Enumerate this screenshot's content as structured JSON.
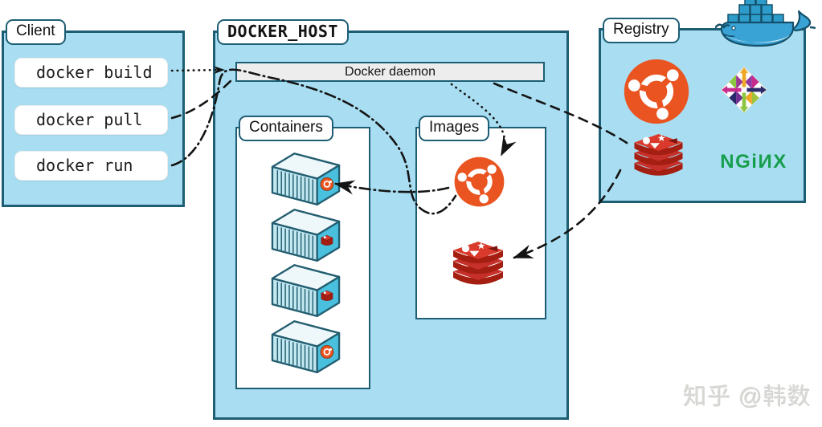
{
  "page": {
    "background": "#ffffff",
    "watermark": "知乎 @韩数"
  },
  "client": {
    "label": "Client",
    "commands": [
      "docker build",
      "docker pull",
      "docker run"
    ]
  },
  "docker_host": {
    "label": "DOCKER_HOST",
    "daemon_label": "Docker daemon",
    "containers_label": "Containers",
    "images_label": "Images"
  },
  "containers_panel": {
    "items": [
      {
        "badge": "ubuntu"
      },
      {
        "badge": "redis"
      },
      {
        "badge": "redis"
      },
      {
        "badge": "ubuntu"
      }
    ]
  },
  "images_panel": {
    "logos": [
      "ubuntu",
      "redis"
    ]
  },
  "registry": {
    "label": "Registry",
    "logos": [
      "ubuntu",
      "centos",
      "redis",
      "nginx"
    ],
    "nginx_wordmark": "NGiИX"
  },
  "docker_logo": {
    "name": "docker-whale"
  },
  "arrows": [
    {
      "from": "docker build",
      "to": "Docker daemon",
      "style": "dotted"
    },
    {
      "from": "Docker daemon",
      "to": "ubuntu image",
      "style": "dotted"
    },
    {
      "from": "docker pull",
      "to": "Docker daemon",
      "style": "dashed"
    },
    {
      "from": "Docker daemon",
      "to": "registry redis",
      "style": "dashed"
    },
    {
      "from": "registry redis",
      "to": "images redis",
      "style": "dashed"
    },
    {
      "from": "docker run",
      "to": "Docker daemon",
      "style": "dash-dot"
    },
    {
      "from": "Docker daemon",
      "to": "ubuntu image",
      "style": "dash-dot"
    },
    {
      "from": "ubuntu image",
      "to": "container 1",
      "style": "dash-dot"
    }
  ],
  "colors": {
    "panel_blue": "#a9def2",
    "border_teal": "#1d5e74",
    "daemon_gray": "#ededed",
    "arrow_black": "#141414",
    "badge_ubuntu": "#E95420",
    "badge_redis": "#C6302B",
    "ubuntu_orange": "#E95420",
    "redis_red": "#C6302B",
    "redis_dark": "#A41E11",
    "nginx_green": "#169E4C",
    "whale_blue": "#3AA3D6",
    "watermark_gray": "#d6d6d2"
  }
}
